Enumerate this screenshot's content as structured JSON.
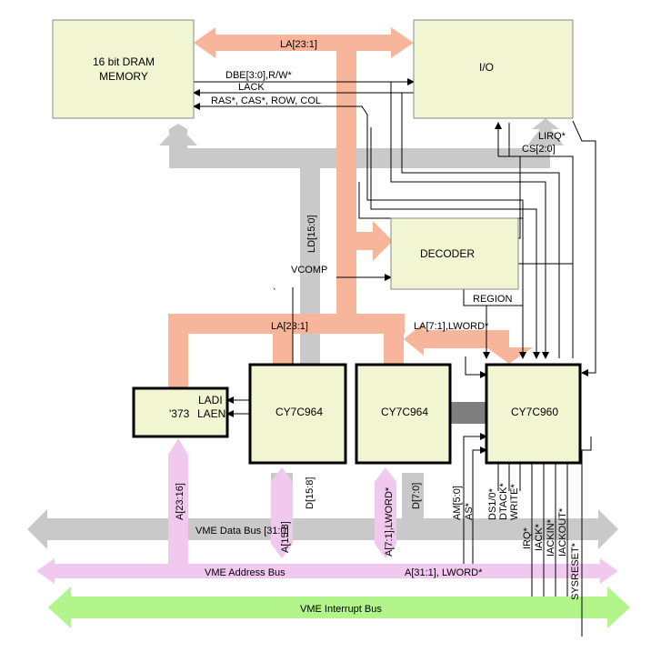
{
  "colors": {
    "block_fill": "#f2f5d2",
    "block_stroke": "#8a8a8a",
    "salmon_bus": "#f7b59b",
    "pink_bus": "#f1c9ef",
    "gray_bus": "#c9c9c9",
    "dark_gray_bus": "#7f7f7f",
    "green_bus": "#b2f58a"
  },
  "blocks": {
    "dram_line1": "16 bit DRAM",
    "dram_line2": "MEMORY",
    "io": "I/O",
    "decoder": "DECODER",
    "latch_label": "'373",
    "latch_ladi": "LADI",
    "latch_laen": "LAEN",
    "cy964_a": "CY7C964",
    "cy964_b": "CY7C964",
    "cy960": "CY7C960"
  },
  "labels": {
    "la_top": "LA[23:1]",
    "dbe_rw": "DBE[3:0],R/W*",
    "lack": "LACK",
    "ras_cas": "RAS*, CAS*, ROW, COL",
    "lirq": "LIRQ*",
    "cs": "CS[2:0]",
    "ld": "LD[15:0]",
    "vcomp": "VCOMP",
    "region": "REGION",
    "la_mid": "LA[23:1]",
    "la_lword": "LA[7:1],LWORD*",
    "a_23_16": "A[23:16]",
    "a_15_8": "A[15:8]",
    "d_15_8": "D[15:8]",
    "a_7_1": "A[7:1],LWORD*",
    "d_7_0": "D[7:0]",
    "am": "AM[5:0]",
    "as": "AS*",
    "ds": "DS1/0*",
    "dtack": "DTACK*",
    "write": "WRITE*",
    "irq": "IRQ*",
    "iack": "IACK*",
    "iackin": "IACKIN*",
    "iackout": "IACKOUT*",
    "sysreset": "SYSRESET*",
    "tick": "`"
  },
  "buses": {
    "vme_data": "VME Data Bus [31:0]",
    "vme_address": "VME Address Bus",
    "vme_address_right": "A[31:1], LWORD*",
    "vme_interrupt": "VME Interrupt Bus"
  }
}
